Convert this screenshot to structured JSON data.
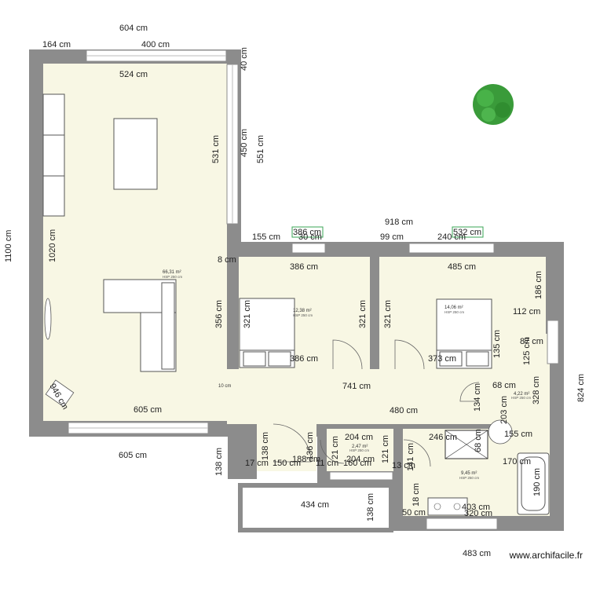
{
  "dimensions": {
    "top_total": "604 cm",
    "top_left": "164 cm",
    "top_window": "400 cm",
    "top_right_small": "40 cm",
    "left_total": "1100 cm",
    "living_inner_width": "524 cm",
    "living_inner_height": "1020 cm",
    "living_right_531": "531 cm",
    "living_right_450": "450 cm",
    "living_right_551": "551 cm",
    "bedrooms_total": "918 cm",
    "seg_155": "155 cm",
    "seg_386_box": "386 cm",
    "seg_30": "30 cm",
    "seg_99": "99 cm",
    "seg_240": "240 cm",
    "seg_532_box": "532 cm",
    "wall_8": "8 cm",
    "br1_width": "386 cm",
    "br1_height_356": "356 cm",
    "br1_height_left": "321 cm",
    "br1_height_right": "321 cm",
    "br1_bottom": "386 cm",
    "br2_width": "485 cm",
    "br2_height_left": "321 cm",
    "br2_186": "186 cm",
    "br2_112": "112 cm",
    "br2_135": "135 cm",
    "br2_373": "373 cm",
    "right_87": "87 cm",
    "right_125": "125 cm",
    "right_total": "824 cm",
    "corridor_741": "741 cm",
    "corridor_480": "480 cm",
    "corridor_68": "68 cm",
    "corridor_134": "134 cm",
    "corridor_203": "203 cm",
    "corridor_328": "328 cm",
    "corridor_10": "10 cm",
    "living_bottom_605": "605 cm",
    "outer_bottom_605": "605 cm",
    "living_corner_946": "946 cm",
    "entry_138_left": "138 cm",
    "entry_138_inner": "138 cm",
    "entry_136": "136 cm",
    "entry_17": "17 cm",
    "entry_150": "150 cm",
    "entry_188": "188 cm",
    "wc_204_top": "204 cm",
    "wc_204_bottom": "204 cm",
    "wc_21": "21 cm",
    "wc_11": "11 cm",
    "wc_160": "160 cm",
    "wc_121": "121 cm",
    "bath_246": "246 cm",
    "bath_68": "68 cm",
    "bath_155": "155 cm",
    "bath_141": "141 cm",
    "bath_13": "13 cm",
    "bath_170": "170 cm",
    "bath_190": "190 cm",
    "bath_18": "18 cm",
    "bath_403": "403 cm",
    "bath_320": "320 cm",
    "bath_50": "50 cm",
    "balcony_434": "434 cm",
    "balcony_138": "138 cm",
    "bottom_483": "483 cm"
  },
  "rooms": {
    "living_area": "66,31 m²",
    "living_hsp": "HSP 250 cm",
    "br1_area": "12,38 m²",
    "br1_hsp": "HSP 250 cm",
    "br2_area": "14,06 m²",
    "br2_hsp": "HSP 250 cm",
    "small_area": "4,22 m²",
    "small_hsp": "HSP 250 cm",
    "wc_area": "2,47 m²",
    "wc_hsp": "HSP 250 cm",
    "bath_area": "9,45 m²",
    "bath_hsp": "HSP 250 cm"
  },
  "watermark": "www.archifacile.fr",
  "colors": {
    "wall": "#8c8c8c",
    "floor": "#f8f7e4",
    "tree": "#3a9b3a",
    "label_box": "#3aa655"
  },
  "icons": {
    "tree": "tree-icon",
    "sofa": "sofa-icon",
    "bed": "bed-icon",
    "bathtub": "bathtub-icon",
    "door": "door-swing-icon"
  }
}
